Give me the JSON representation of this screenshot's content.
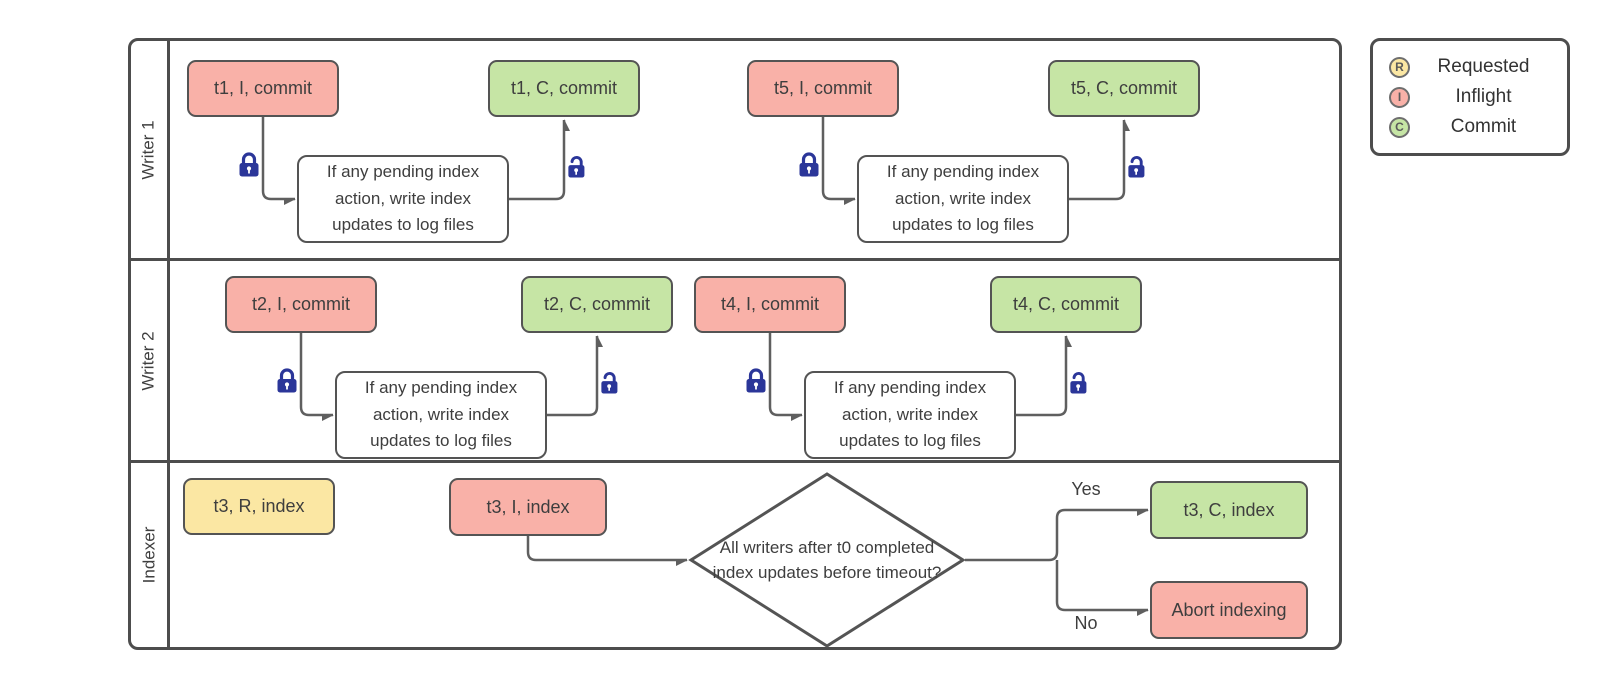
{
  "lanes": [
    {
      "label": "Writer 1"
    },
    {
      "label": "Writer 2"
    },
    {
      "label": "Indexer"
    }
  ],
  "nodes": {
    "t1_inflight": "t1, I, commit",
    "t1_commit": "t1, C, commit",
    "t5_inflight": "t5, I, commit",
    "t5_commit": "t5, C, commit",
    "t2_inflight": "t2, I, commit",
    "t2_commit": "t2, C, commit",
    "t4_inflight": "t4, I, commit",
    "t4_commit": "t4, C, commit",
    "t3_requested": "t3, R, index",
    "t3_inflight": "t3, I, index",
    "t3_commit": "t3, C, index",
    "abort": "Abort indexing"
  },
  "process_text": "If any pending index action, write index updates to log files",
  "decision_text": "All writers after t0 completed index updates before timeout?",
  "edge_labels": {
    "yes": "Yes",
    "no": "No"
  },
  "legend": {
    "items": [
      {
        "letter": "R",
        "label": "Requested",
        "color": "#FBE7A3"
      },
      {
        "letter": "I",
        "label": "Inflight",
        "color": "#F9B1A8"
      },
      {
        "letter": "C",
        "label": "Commit",
        "color": "#C6E5A5"
      }
    ]
  },
  "icons": {
    "closed_lock": "lock-closed-icon",
    "open_lock": "lock-open-icon"
  },
  "colors": {
    "requested": "#FBE7A3",
    "inflight": "#F9B1A8",
    "commit": "#C6E5A5",
    "lock": "#2B3699",
    "border": "#4D4D4D",
    "connector": "#5F5F5F"
  }
}
